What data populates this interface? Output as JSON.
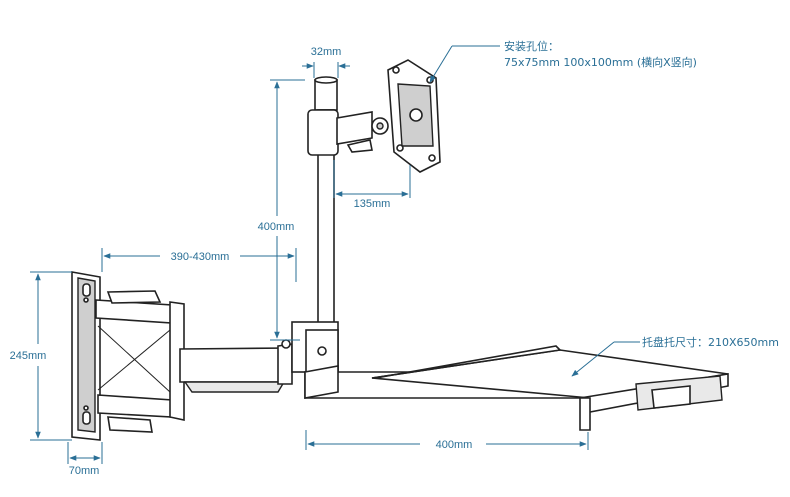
{
  "colors": {
    "dimension": "#2a6f96",
    "outline": "#222222",
    "metal_light": "#ffffff",
    "metal_shade": "#cfcfcf"
  },
  "dimensions": {
    "pole_diameter": "32mm",
    "pole_height": "400mm",
    "vesa_offset": "135mm",
    "arm_reach": "390-430mm",
    "plate_height": "245mm",
    "plate_width": "70mm",
    "tray_length": "400mm"
  },
  "notes": {
    "vesa_title": "安装孔位：",
    "vesa_spec": "75x75mm  100x100mm (横向X竖向)",
    "tray_spec": "托盘托尺寸：210X650mm"
  }
}
